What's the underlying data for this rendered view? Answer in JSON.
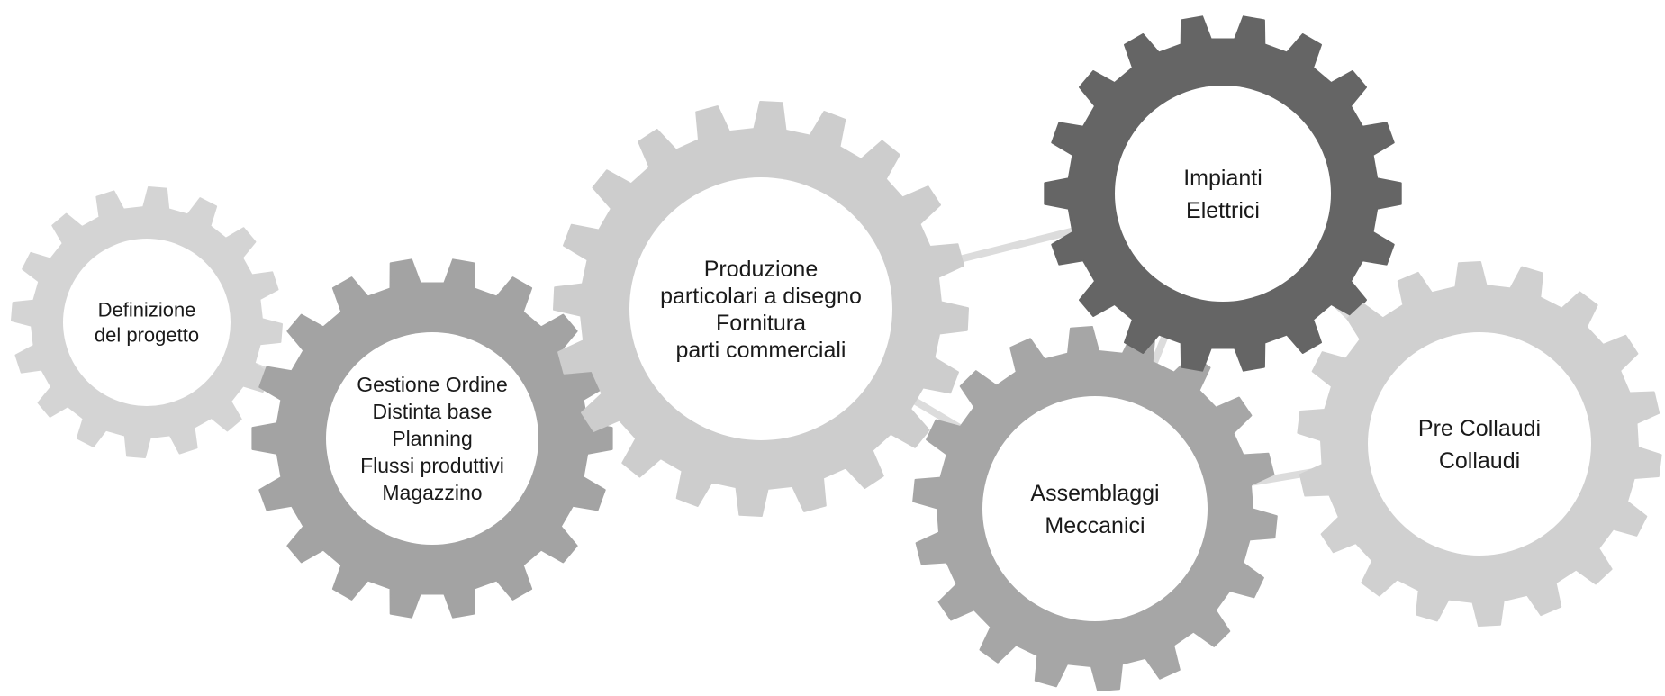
{
  "diagram": {
    "gears": [
      {
        "id": "definizione",
        "lines": [
          "Definizione",
          "del progetto"
        ],
        "color": "#d4d4d4"
      },
      {
        "id": "gestione",
        "lines": [
          "Gestione Ordine",
          "Distinta base",
          "Planning",
          "Flussi produttivi",
          "Magazzino"
        ],
        "color": "#a3a3a3"
      },
      {
        "id": "produzione",
        "lines": [
          "Produzione",
          "particolari a disegno",
          "Fornitura",
          "parti commerciali"
        ],
        "color": "#cdcdcd"
      },
      {
        "id": "assemblaggi",
        "lines": [
          "Assemblaggi",
          "Meccanici"
        ],
        "color": "#a6a6a6"
      },
      {
        "id": "impianti",
        "lines": [
          "Impianti",
          "Elettrici"
        ],
        "color": "#656565"
      },
      {
        "id": "collaudi",
        "lines": [
          "Pre Collaudi",
          "Collaudi"
        ],
        "color": "#d0d0d0"
      }
    ],
    "connectors": [
      {
        "from": "definizione",
        "to": "gestione"
      },
      {
        "from": "gestione",
        "to": "produzione"
      },
      {
        "from": "produzione",
        "to": "assemblaggi"
      },
      {
        "from": "produzione",
        "to": "impianti"
      },
      {
        "from": "assemblaggi",
        "to": "impianti"
      },
      {
        "from": "impianti",
        "to": "collaudi"
      },
      {
        "from": "assemblaggi",
        "to": "collaudi"
      }
    ],
    "connector_color": "#dcdcdc"
  }
}
